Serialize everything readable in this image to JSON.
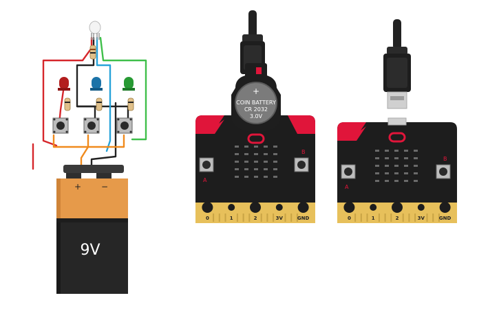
{
  "battery": {
    "voltage_label": "9V",
    "plus_label": "+",
    "minus_label": "−",
    "colors": {
      "body_top": "#e69a4a",
      "body_bottom": "#262626",
      "terminal": "#3a3a3a"
    }
  },
  "leds": [
    {
      "name": "red",
      "color": "#b21d1d"
    },
    {
      "name": "blue",
      "color": "#1b73a8"
    },
    {
      "name": "green",
      "color": "#279a33"
    }
  ],
  "wires": {
    "red": "#d6262b",
    "black": "#222222",
    "blue": "#27a3d9",
    "green": "#3fbf4a",
    "orange": "#f08a1c"
  },
  "coin_battery": {
    "line1": "COIN BATTERY",
    "line2": "CR 2032",
    "line3": "3.0V"
  },
  "microbit": {
    "pins": [
      "0",
      "1",
      "2",
      "3V",
      "GND"
    ],
    "button_a_label": "A",
    "button_b_label": "B",
    "colors": {
      "board": "#1d1d1d",
      "accent": "#e0153a",
      "edge": "#e7c05b",
      "led": "#6a6a6a"
    }
  }
}
